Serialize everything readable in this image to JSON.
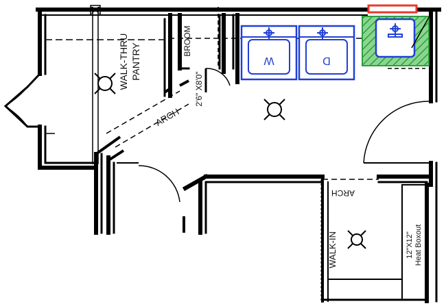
{
  "rooms": {
    "pantry_line1": "WALK-THRU",
    "pantry_line2": "PANTRY",
    "broom": "BROOM",
    "arch_diagonal": "ARCH",
    "door_dimension": "2'6\" X8'0\"",
    "arch_lower": "ARCH",
    "walk_in": "WALK-IN",
    "heat_line1": "12\"X12\"",
    "heat_line2": "Heat Boxout"
  },
  "appliances": {
    "washer_label": "W",
    "dryer_label": "D"
  },
  "colors": {
    "wall": "#000000",
    "appliance_outline": "#1f3fd6",
    "sink_highlight_fill": "#35b84a",
    "sink_outline": "#1f3fd6",
    "window_accent": "#e8382c"
  }
}
